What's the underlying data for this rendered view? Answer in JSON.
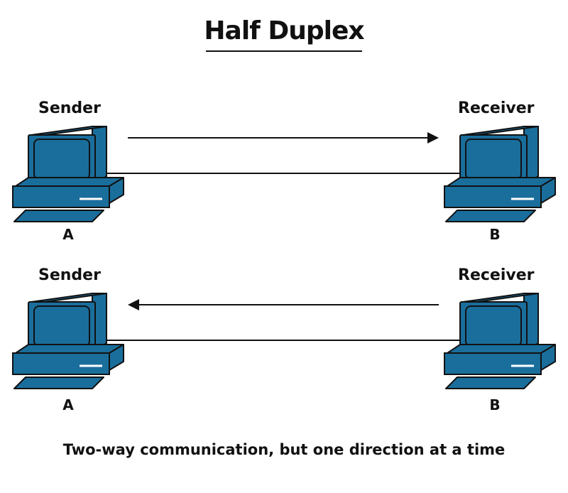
{
  "title": "Half Duplex",
  "caption": "Two-way communication, but one direction at a time",
  "colors": {
    "computer": "#1a6e9c",
    "outline": "#111111",
    "text": "#111111"
  },
  "rows": [
    {
      "left": {
        "role": "Sender",
        "id": "A"
      },
      "right": {
        "role": "Receiver",
        "id": "B"
      },
      "direction": "A-to-B"
    },
    {
      "left": {
        "role": "Sender",
        "id": "A"
      },
      "right": {
        "role": "Receiver",
        "id": "B"
      },
      "direction": "B-to-A"
    }
  ],
  "icon": "desktop-computer-icon"
}
